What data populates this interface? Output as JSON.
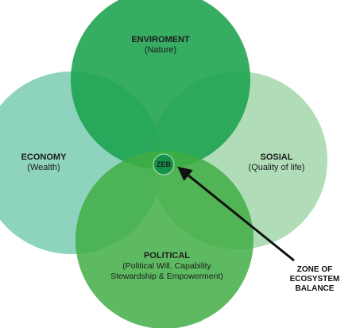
{
  "colors": {
    "environment": "#1aa24c",
    "economy": "#75c9b0",
    "sosial": "#9fd6a8",
    "political": "#3fad43",
    "zeb_fill": "#15924a",
    "arrow": "#111111"
  },
  "environment": {
    "title": "ENVIROMENT",
    "subtitle": "(Nature)"
  },
  "economy": {
    "title": "ECONOMY",
    "subtitle": "(Wealth)"
  },
  "sosial": {
    "title": "SOSIAL",
    "subtitle": "(Quality of life)"
  },
  "political": {
    "title": "POLITICAL",
    "subtitle_line1": "(Political Will, Capability",
    "subtitle_line2": "Stewardship & Empowerment)"
  },
  "zeb": {
    "label": "ZEB"
  },
  "zone_label": [
    "ZONE OF",
    "ECOSYSTEM",
    "BALANCE"
  ],
  "icons": {
    "arrow": "arrow-up-left-icon"
  }
}
